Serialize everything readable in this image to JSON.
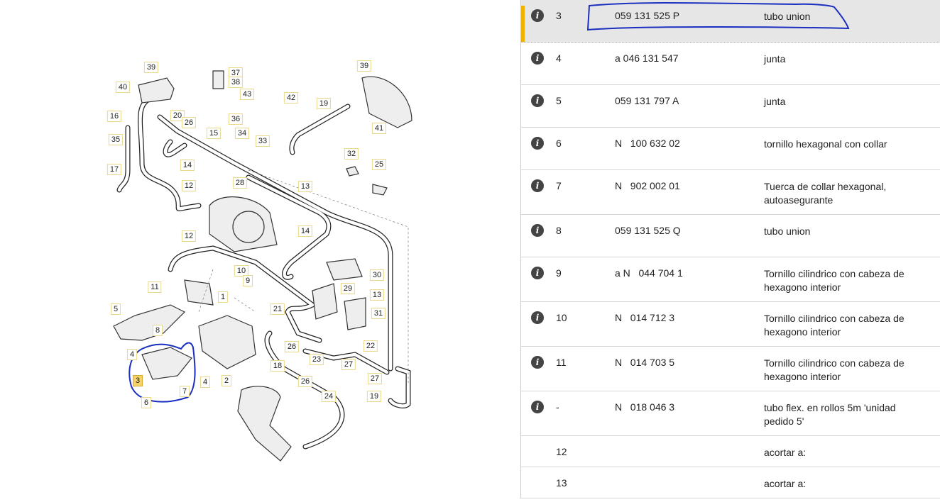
{
  "diagram": {
    "callouts": [
      "39",
      "40",
      "37",
      "38",
      "43",
      "16",
      "20",
      "26",
      "15",
      "36",
      "35",
      "34",
      "33",
      "17",
      "14",
      "28",
      "12",
      "42",
      "19",
      "39",
      "41",
      "32",
      "25",
      "13",
      "14",
      "12",
      "10",
      "9",
      "1",
      "11",
      "5",
      "8",
      "4",
      "3",
      "7",
      "4",
      "2",
      "6",
      "30",
      "29",
      "13",
      "21",
      "31",
      "26",
      "23",
      "22",
      "18",
      "27",
      "27",
      "26",
      "19",
      "24"
    ],
    "highlighted_callout": "3"
  },
  "parts": [
    {
      "pos": "3",
      "part_number": "059 131 525 P",
      "description": "tubo union",
      "info": true,
      "selected": true
    },
    {
      "pos": "4",
      "part_number": "a 046 131 547",
      "description": "junta",
      "info": true
    },
    {
      "pos": "5",
      "part_number": "059 131 797 A",
      "description": "junta",
      "info": true
    },
    {
      "pos": "6",
      "part_number": "N   100 632 02",
      "description": "tornillo hexagonal con collar",
      "info": true
    },
    {
      "pos": "7",
      "part_number": "N   902 002 01",
      "description": "Tuerca de collar hexagonal, autoasegurante",
      "info": true
    },
    {
      "pos": "8",
      "part_number": "059 131 525 Q",
      "description": "tubo union",
      "info": true
    },
    {
      "pos": "9",
      "part_number": "a N   044 704 1",
      "description": "Tornillo cilindrico con cabeza de hexagono interior",
      "info": true
    },
    {
      "pos": "10",
      "part_number": "N   014 712 3",
      "description": "Tornillo cilindrico con cabeza de hexagono interior",
      "info": true
    },
    {
      "pos": "11",
      "part_number": "N   014 703 5",
      "description": "Tornillo cilindrico con cabeza de hexagono interior",
      "info": true
    },
    {
      "pos": "-",
      "part_number": "N   018 046 3",
      "description": "tubo flex. en rollos 5m 'unidad pedido 5'",
      "info": true
    },
    {
      "pos": "12",
      "part_number": "",
      "description": "acortar a:",
      "info": false
    },
    {
      "pos": "13",
      "part_number": "",
      "description": "acortar a:",
      "info": false
    }
  ],
  "colors": {
    "accent": "#f0b400",
    "annotation": "#1a2fbf",
    "selected_row": "#e6e6e6"
  }
}
